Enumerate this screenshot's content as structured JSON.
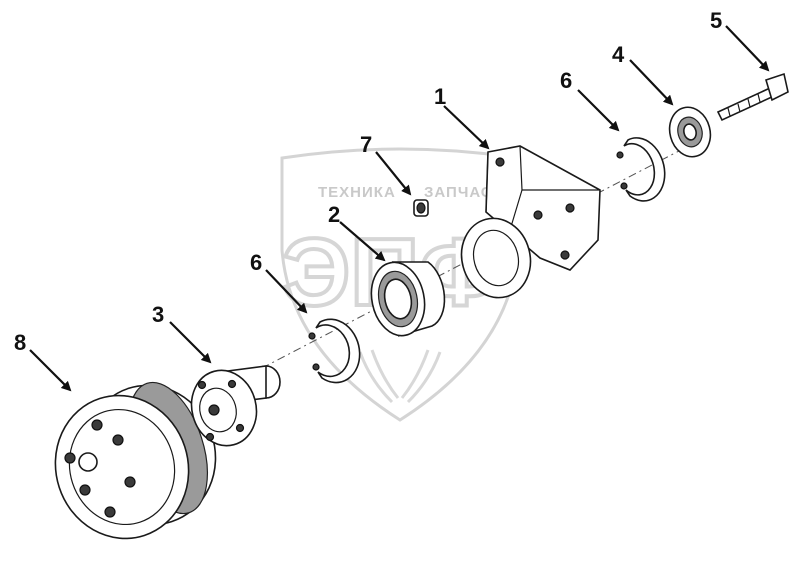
{
  "watermark": {
    "top_text": "ТЕХНИКА",
    "top_text_right": "ЗАПЧАСТИ",
    "logo_letters": "ЭПФ"
  },
  "callouts": [
    {
      "id": "1",
      "label": "1"
    },
    {
      "id": "2",
      "label": "2"
    },
    {
      "id": "3",
      "label": "3"
    },
    {
      "id": "4",
      "label": "4"
    },
    {
      "id": "5",
      "label": "5"
    },
    {
      "id": "6a",
      "label": "6"
    },
    {
      "id": "6b",
      "label": "6"
    },
    {
      "id": "7",
      "label": "7"
    },
    {
      "id": "8",
      "label": "8"
    }
  ]
}
